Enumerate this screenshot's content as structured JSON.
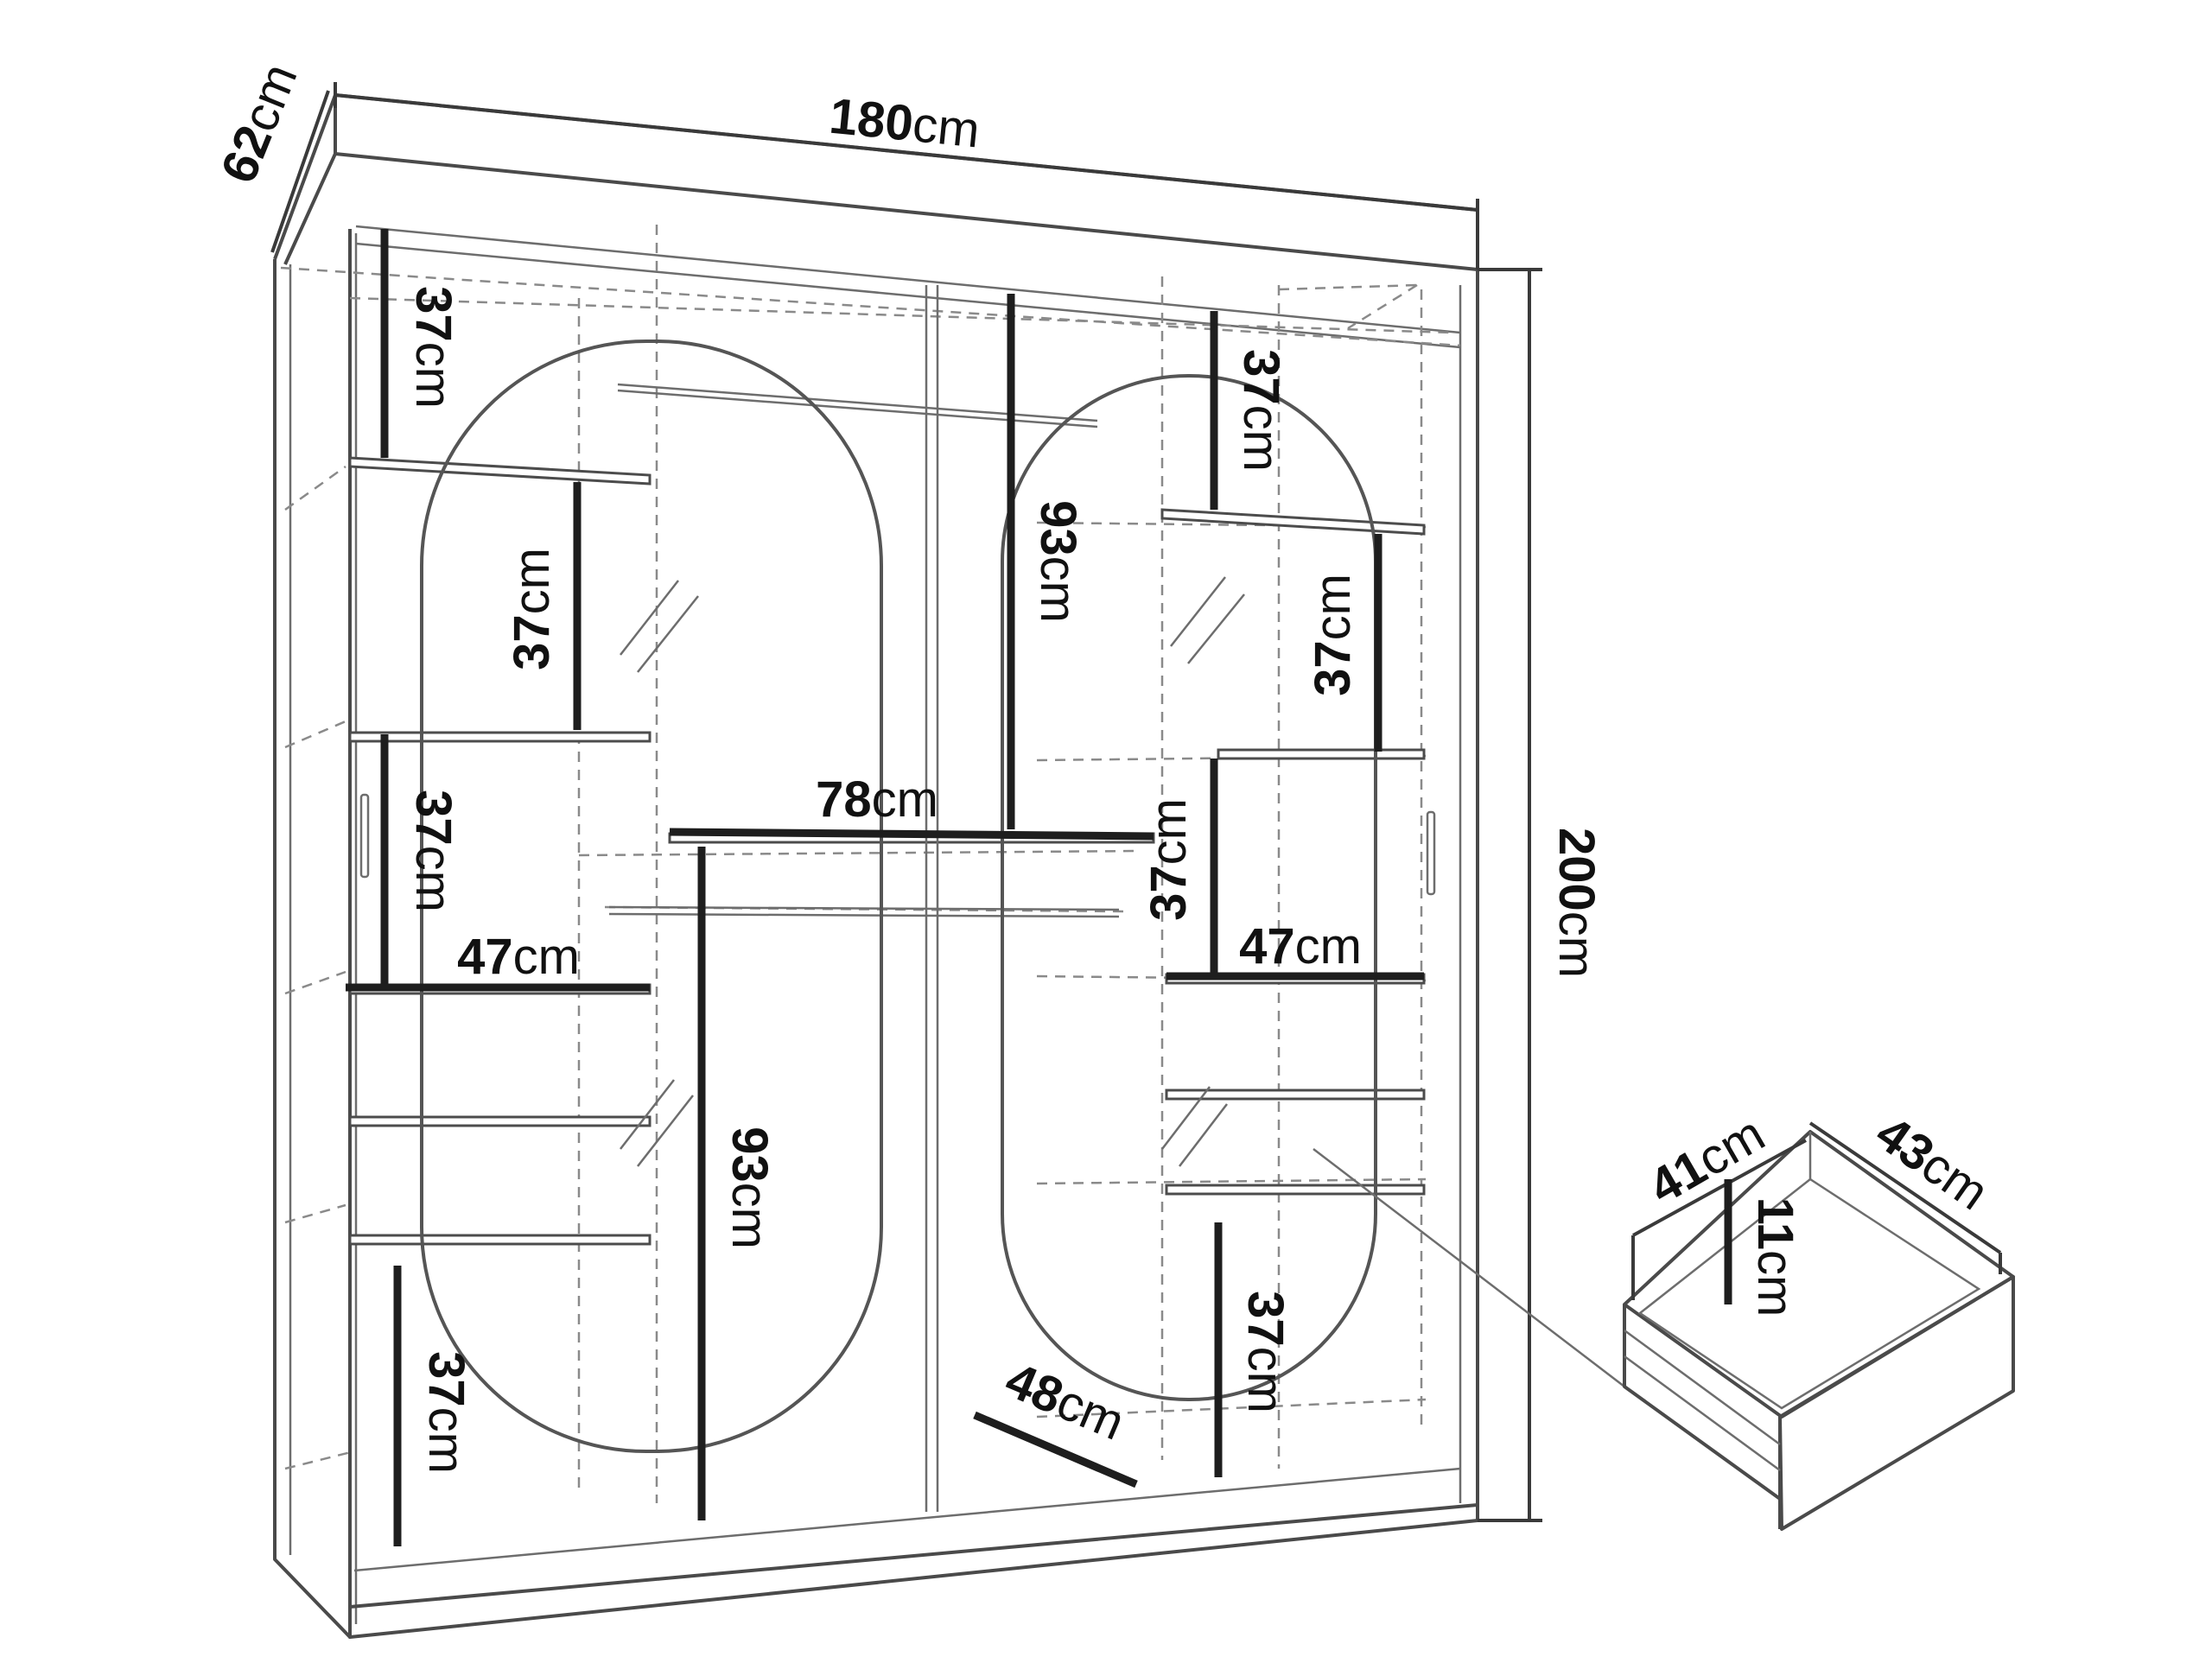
{
  "colors": {
    "line": "#4a4a4a",
    "dimension_bar": "#1e1e1e",
    "dashed": "#8a8a8a",
    "background": "#ffffff"
  },
  "dimensions": {
    "width": {
      "value": "180",
      "unit": "cm"
    },
    "depth": {
      "value": "62",
      "unit": "cm"
    },
    "height": {
      "value": "200",
      "unit": "cm"
    },
    "left_top_compartment": {
      "value": "37",
      "unit": "cm"
    },
    "left_inner_upper": {
      "value": "37",
      "unit": "cm"
    },
    "left_middle": {
      "value": "37",
      "unit": "cm"
    },
    "left_shelf_width": {
      "value": "47",
      "unit": "cm"
    },
    "left_bottom": {
      "value": "37",
      "unit": "cm"
    },
    "center_hanging_width": {
      "value": "78",
      "unit": "cm"
    },
    "center_hanging_height": {
      "value": "93",
      "unit": "cm"
    },
    "right_upper_hanging": {
      "value": "93",
      "unit": "cm"
    },
    "right_top_compartment": {
      "value": "37",
      "unit": "cm"
    },
    "right_inner_upper": {
      "value": "37",
      "unit": "cm"
    },
    "right_middle": {
      "value": "37",
      "unit": "cm"
    },
    "right_shelf_width": {
      "value": "47",
      "unit": "cm"
    },
    "right_bottom": {
      "value": "37",
      "unit": "cm"
    },
    "bottom_depth": {
      "value": "48",
      "unit": "cm"
    }
  },
  "drawer": {
    "width": {
      "value": "41",
      "unit": "cm"
    },
    "depth": {
      "value": "43",
      "unit": "cm"
    },
    "height": {
      "value": "11",
      "unit": "cm"
    }
  }
}
